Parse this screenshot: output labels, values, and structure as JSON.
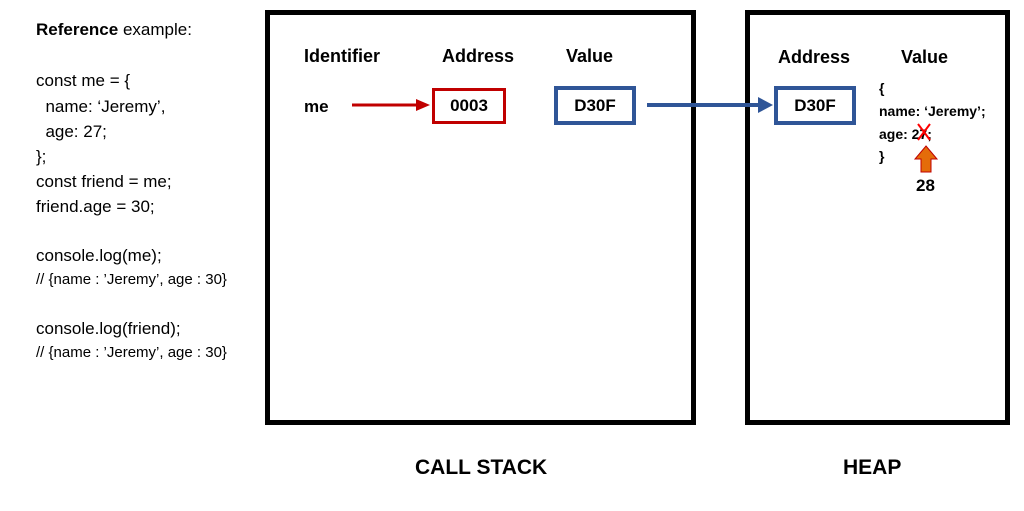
{
  "reference": {
    "title_bold": "Reference",
    "title_rest": " example:",
    "code_lines": [
      "const me = {",
      "  name: ‘Jeremy’,",
      "  age: 27;",
      "};",
      "const friend = me;",
      "friend.age = 30;"
    ],
    "log1": "console.log(me);",
    "log1_comment": "// {name : ’Jeremy’, age : 30}",
    "log2": "console.log(friend);",
    "log2_comment": "// {name : ’Jeremy’, age : 30}"
  },
  "call_stack": {
    "headers": {
      "identifier": "Identifier",
      "address": "Address",
      "value": "Value"
    },
    "identifier": "me",
    "address": "0003",
    "value": "D30F",
    "label": "CALL STACK"
  },
  "heap": {
    "headers": {
      "address": "Address",
      "value": "Value"
    },
    "address": "D30F",
    "object_lines": [
      "{",
      "name: ‘Jeremy’;",
      "age: 27;",
      "}"
    ],
    "new_age": "28",
    "label": "HEAP"
  },
  "colors": {
    "red": "#c00000",
    "blue": "#2f5597",
    "orange": "#e46c0a"
  }
}
